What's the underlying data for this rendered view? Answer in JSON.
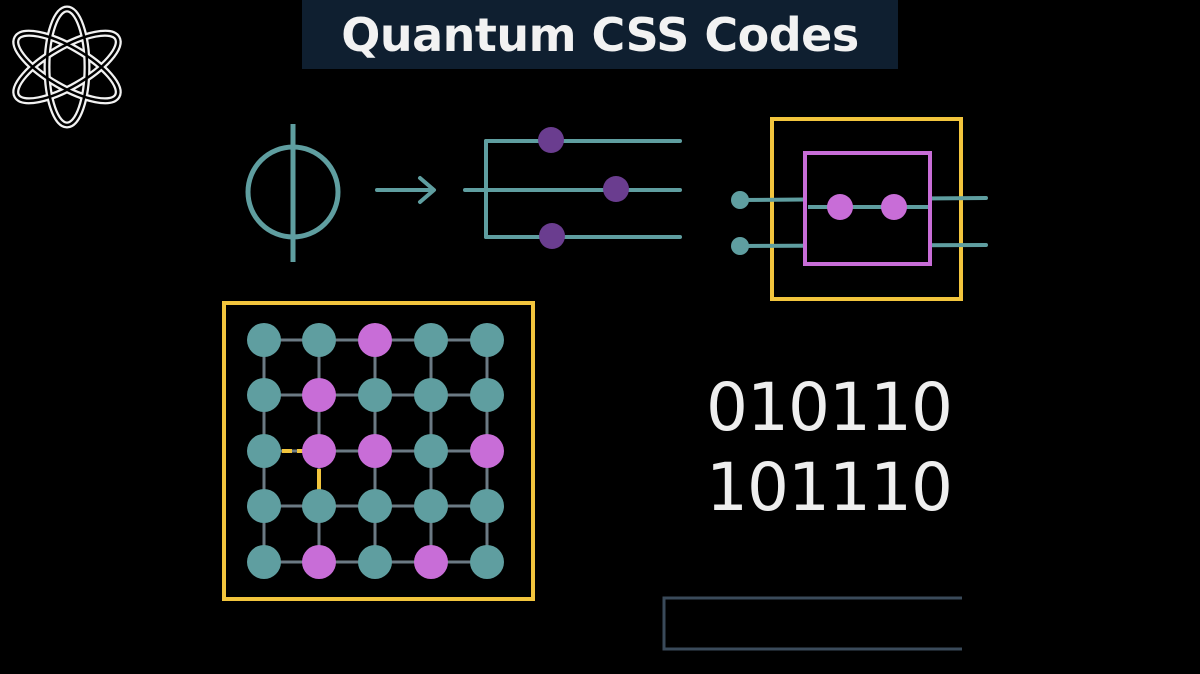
{
  "title": "Quantum CSS Codes",
  "binary_lines": [
    "010110",
    "101110"
  ],
  "icons": {
    "logo": "atom-knot-logo-icon",
    "phi": "phi-symbol-icon",
    "arrow": "arrow-right-icon"
  },
  "colors": {
    "background": "#000000",
    "title_bar": "#0f1f30",
    "teal": "#5f9ea0",
    "magenta": "#c86dd7",
    "purple": "#6a3d8f",
    "yellow": "#f2c53d",
    "slate": "#3a4a5a",
    "white": "#f2f2f2"
  },
  "lattice": {
    "rows": 5,
    "cols": 5,
    "magenta_nodes": [
      [
        0,
        2
      ],
      [
        1,
        1
      ],
      [
        2,
        1
      ],
      [
        2,
        2
      ],
      [
        2,
        4
      ],
      [
        4,
        1
      ],
      [
        4,
        3
      ]
    ]
  }
}
